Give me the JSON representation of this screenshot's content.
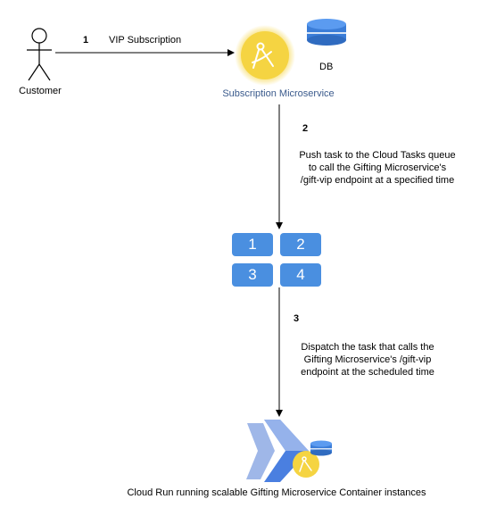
{
  "customer": {
    "label": "Customer"
  },
  "steps": [
    {
      "number": "1",
      "text": "VIP Subscription"
    },
    {
      "number": "2",
      "lines": [
        "Push task to the Cloud Tasks queue",
        "to call the Gifting Microservice's",
        "/gift-vip endpoint at a specified time"
      ]
    },
    {
      "number": "3",
      "lines": [
        "Dispatch the task that calls the",
        "Gifting Microservice's /gift-vip",
        "endpoint at the scheduled time"
      ]
    }
  ],
  "subscription_service": {
    "label": "Subscription Microservice",
    "db_label": "DB"
  },
  "queue": {
    "tiles": [
      "1",
      "2",
      "3",
      "4"
    ]
  },
  "cloud_run": {
    "label": "Cloud Run running scalable Gifting Microservice Container instances"
  },
  "colors": {
    "accent_yellow": "#f5d442",
    "queue_blue": "#4a8fe0",
    "db_blue": "#3b7dd8",
    "service_text": "#3a5a8c"
  }
}
